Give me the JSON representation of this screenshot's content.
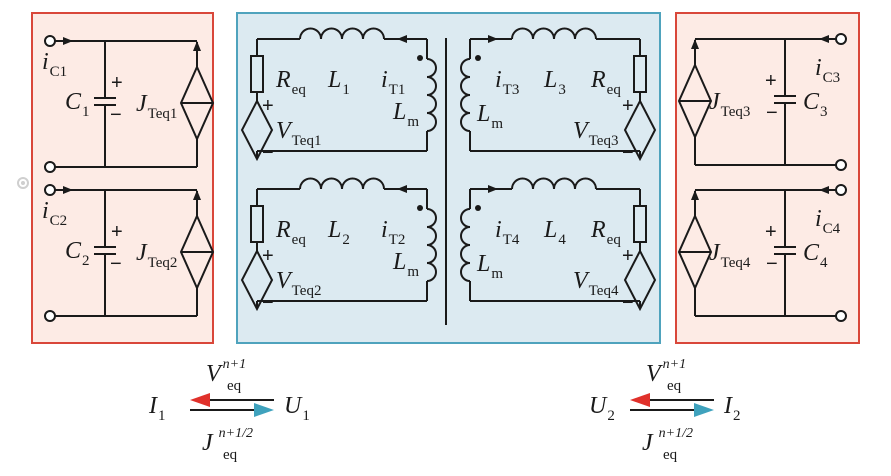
{
  "colors": {
    "capacitor_panel_fill": "#fdebe5",
    "capacitor_panel_border": "#d9473a",
    "transformer_panel_fill": "#dceaf1",
    "transformer_panel_border": "#4fa3bd",
    "arrow_voltage": "#e0312b",
    "arrow_current": "#3fa2bd",
    "wire": "#1a1a1a"
  },
  "left_panel": {
    "upper": {
      "current": {
        "main": "i",
        "sub": "C1"
      },
      "capacitor": {
        "main": "C",
        "sub": "1"
      },
      "source": {
        "main": "J",
        "sub": "Teq1"
      },
      "plus": "+",
      "minus": "−"
    },
    "lower": {
      "current": {
        "main": "i",
        "sub": "C2"
      },
      "capacitor": {
        "main": "C",
        "sub": "2"
      },
      "source": {
        "main": "J",
        "sub": "Teq2"
      },
      "plus": "+",
      "minus": "−"
    }
  },
  "right_panel": {
    "upper": {
      "current": {
        "main": "i",
        "sub": "C3"
      },
      "capacitor": {
        "main": "C",
        "sub": "3"
      },
      "source": {
        "main": "J",
        "sub": "Teq3"
      },
      "plus": "+",
      "minus": "−"
    },
    "lower": {
      "current": {
        "main": "i",
        "sub": "C4"
      },
      "capacitor": {
        "main": "C",
        "sub": "4"
      },
      "source": {
        "main": "J",
        "sub": "Teq4"
      },
      "plus": "+",
      "minus": "−"
    }
  },
  "transformer_panel": {
    "w1": {
      "resistor": {
        "main": "R",
        "sub": "eq"
      },
      "inductor": {
        "main": "L",
        "sub": "1"
      },
      "current": {
        "main": "i",
        "sub": "T1"
      },
      "magnetizing": {
        "main": "L",
        "sub": "m"
      },
      "source": {
        "main": "V",
        "sub": "Teq1"
      },
      "plus": "+",
      "minus": "−"
    },
    "w2": {
      "resistor": {
        "main": "R",
        "sub": "eq"
      },
      "inductor": {
        "main": "L",
        "sub": "2"
      },
      "current": {
        "main": "i",
        "sub": "T2"
      },
      "magnetizing": {
        "main": "L",
        "sub": "m"
      },
      "source": {
        "main": "V",
        "sub": "Teq2"
      },
      "plus": "+",
      "minus": "−"
    },
    "w3": {
      "resistor": {
        "main": "R",
        "sub": "eq"
      },
      "inductor": {
        "main": "L",
        "sub": "3"
      },
      "current": {
        "main": "i",
        "sub": "T3"
      },
      "magnetizing": {
        "main": "L",
        "sub": "m"
      },
      "source": {
        "main": "V",
        "sub": "Teq3"
      },
      "plus": "+",
      "minus": "−"
    },
    "w4": {
      "resistor": {
        "main": "R",
        "sub": "eq"
      },
      "inductor": {
        "main": "L",
        "sub": "4"
      },
      "current": {
        "main": "i",
        "sub": "T4"
      },
      "magnetizing": {
        "main": "L",
        "sub": "m"
      },
      "source": {
        "main": "V",
        "sub": "Teq4"
      },
      "plus": "+",
      "minus": "−"
    }
  },
  "exchange_left": {
    "left": {
      "main": "I",
      "sub": "1"
    },
    "right": {
      "main": "U",
      "sub": "1"
    },
    "top": {
      "main": "V",
      "sub": "eq",
      "sup": "n+1"
    },
    "bottom": {
      "main": "J",
      "sub": "eq",
      "sup": "n+1/2"
    }
  },
  "exchange_right": {
    "left": {
      "main": "U",
      "sub": "2"
    },
    "right": {
      "main": "I",
      "sub": "2"
    },
    "top": {
      "main": "V",
      "sub": "eq",
      "sup": "n+1"
    },
    "bottom": {
      "main": "J",
      "sub": "eq",
      "sup": "n+1/2"
    }
  }
}
